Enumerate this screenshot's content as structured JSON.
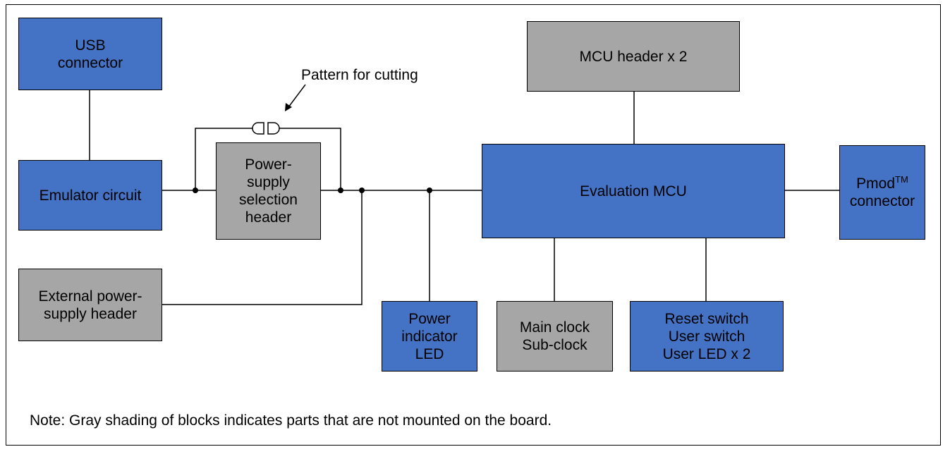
{
  "diagram": {
    "blocks": {
      "usb": {
        "text": "USB\nconnector",
        "shading": "blue"
      },
      "emulator": {
        "text": "Emulator circuit",
        "shading": "blue"
      },
      "ps_header": {
        "text": "Power-\nsupply\nselection\nheader",
        "shading": "gray"
      },
      "ext_power": {
        "text": "External power-\nsupply header",
        "shading": "gray"
      },
      "mcu_header": {
        "text": "MCU header x 2",
        "shading": "gray"
      },
      "eval_mcu": {
        "text": "Evaluation MCU",
        "shading": "blue"
      },
      "pmod": {
        "name": "Pmod",
        "superscript": "TM",
        "line2": "connector",
        "shading": "blue"
      },
      "power_led": {
        "text": "Power\nindicator\nLED",
        "shading": "blue"
      },
      "clock": {
        "text": "Main clock\nSub-clock",
        "shading": "gray"
      },
      "switches": {
        "text": "Reset switch\nUser switch\nUser LED x 2",
        "shading": "blue"
      }
    },
    "pattern_label": "Pattern for cutting",
    "note": "Note: Gray shading of blocks indicates parts that are not mounted on the board.",
    "colors": {
      "blue": "#4472c4",
      "gray": "#a6a6a6",
      "line": "#000000"
    }
  }
}
